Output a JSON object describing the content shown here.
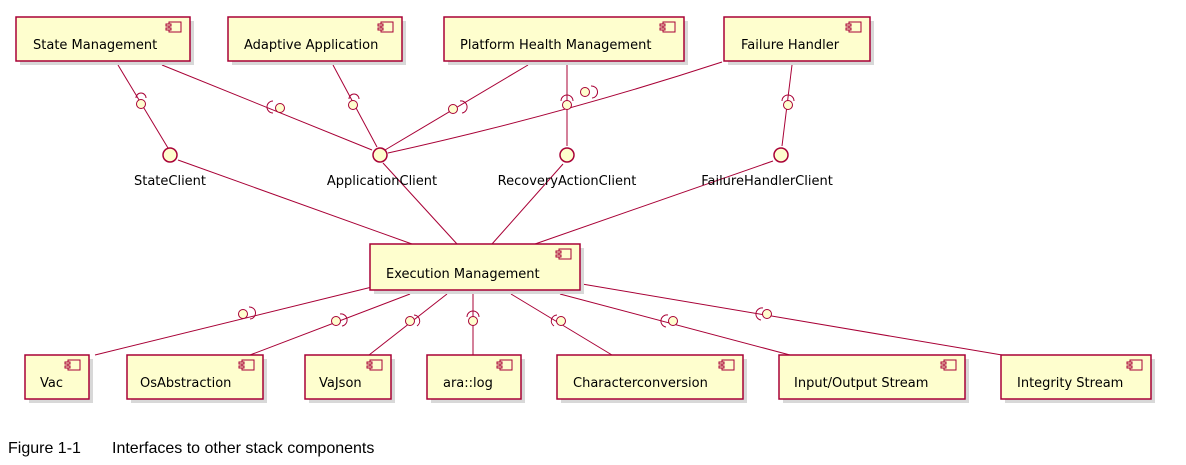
{
  "components": {
    "state_management": "State Management",
    "adaptive_application": "Adaptive Application",
    "platform_health_management": "Platform Health Management",
    "failure_handler": "Failure Handler",
    "execution_management": "Execution Management",
    "vac": "Vac",
    "os_abstraction": "OsAbstraction",
    "vajson": "VaJson",
    "ara_log": "ara::log",
    "characterconversion": "Characterconversion",
    "io_stream": "Input/Output Stream",
    "integrity_stream": "Integrity Stream"
  },
  "interfaces": {
    "state_client": "StateClient",
    "application_client": "ApplicationClient",
    "recovery_action_client": "RecoveryActionClient",
    "failure_handler_client": "FailureHandlerClient"
  },
  "caption": {
    "number": "Figure 1-1",
    "text": "Interfaces to other stack components"
  }
}
